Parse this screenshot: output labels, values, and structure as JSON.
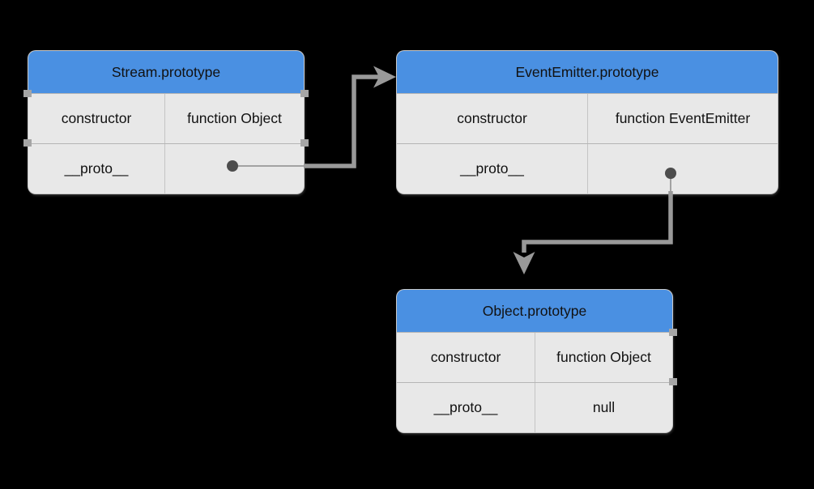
{
  "colors": {
    "canvas-bg": "#000000",
    "header-blue": "#4a90e2",
    "cell-bg": "#e8e8e8",
    "cell-divider": "#c4c4c4",
    "row-border": "#b5b5b5",
    "table-outline": "#c9c9c9",
    "connector": "#999999",
    "dot": "#4d4d4d",
    "tab": "#a5a5a5",
    "text": "#111111"
  },
  "diagram": {
    "tables": [
      {
        "name": "stream-prototype",
        "title": "Stream.prototype",
        "rows": [
          {
            "key": "constructor",
            "value": "function Object"
          },
          {
            "key": "__proto__",
            "value": "",
            "is_reference_dot": true
          }
        ]
      },
      {
        "name": "eventemitter-prototype",
        "title": "EventEmitter.prototype",
        "rows": [
          {
            "key": "constructor",
            "value": "function EventEmitter"
          },
          {
            "key": "__proto__",
            "value": "",
            "is_reference_dot": true
          }
        ]
      },
      {
        "name": "object-prototype",
        "title": "Object.prototype",
        "rows": [
          {
            "key": "constructor",
            "value": "function Object"
          },
          {
            "key": "__proto__",
            "value": "null"
          }
        ]
      }
    ],
    "connectors": [
      {
        "name": "stream-proto-ref",
        "from": "Stream.prototype.__proto__",
        "to": "EventEmitter.prototype"
      },
      {
        "name": "eventemitter-proto-ref",
        "from": "EventEmitter.prototype.__proto__",
        "to": "Object.prototype"
      }
    ]
  }
}
